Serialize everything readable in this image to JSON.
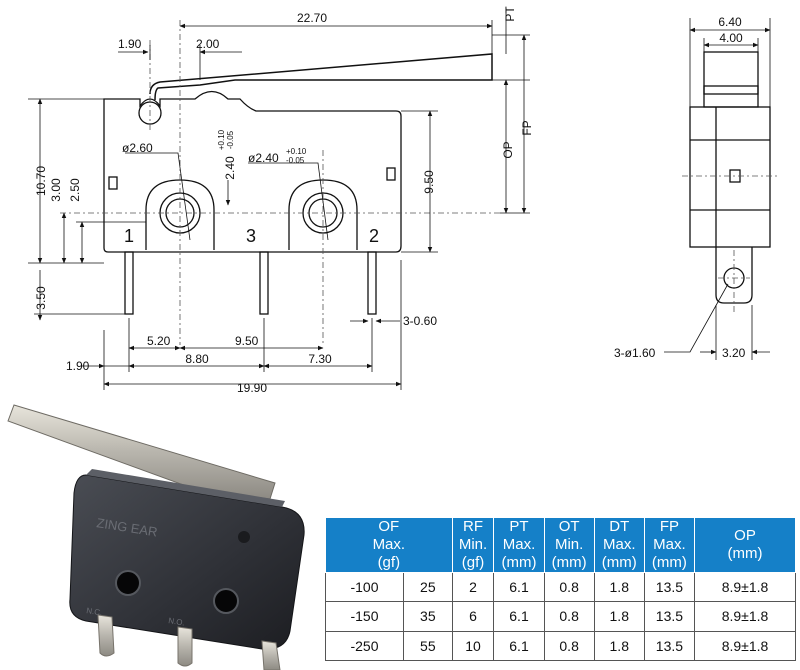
{
  "drawing": {
    "dims": {
      "overall_lever": "22.70",
      "lever_left_offset": "1.90",
      "lever_spacing": "2.00",
      "height_total": "10.70",
      "height_hole": "3.00",
      "height_pin": "2.50",
      "height_right": "9.50",
      "pin_length": "3.50",
      "hole_dia_left": "ø2.60",
      "hole_dia_right": "ø2.40",
      "hole_tol_plus": "+0.10",
      "hole_tol_minus": "-0.05",
      "mid_hole_dim": "2.40",
      "pin_width": "3-0.60",
      "dim_5_20": "5.20",
      "dim_9_50": "9.50",
      "dim_1_90": "1.90",
      "dim_8_80": "8.80",
      "dim_7_30": "7.30",
      "dim_19_90": "19.90",
      "side_width": "6.40",
      "side_inner": "4.00",
      "side_hole": "3-ø1.60",
      "side_pin": "3.20"
    },
    "labels": {
      "pt": "PT",
      "fp": "FP",
      "op": "OP",
      "terminal_1": "1",
      "terminal_3": "3",
      "terminal_2": "2"
    }
  },
  "photo": {
    "brand": "ZING EAR",
    "mark_nc": "N.C.",
    "mark_no": "N.O."
  },
  "spec_table": {
    "headers": [
      [
        "OF",
        "Max.",
        "(gf)"
      ],
      [
        "RF",
        "Min.",
        "(gf)"
      ],
      [
        "PT",
        "Max.",
        "(mm)"
      ],
      [
        "OT",
        "Min.",
        "(mm)"
      ],
      [
        "DT",
        "Max.",
        "(mm)"
      ],
      [
        "FP",
        "Max.",
        "(mm)"
      ],
      [
        "OP",
        "(mm)"
      ]
    ],
    "rows": [
      [
        "-100",
        "25",
        "2",
        "6.1",
        "0.8",
        "1.8",
        "13.5",
        "8.9±1.8"
      ],
      [
        "-150",
        "35",
        "6",
        "6.1",
        "0.8",
        "1.8",
        "13.5",
        "8.9±1.8"
      ],
      [
        "-250",
        "55",
        "10",
        "6.1",
        "0.8",
        "1.8",
        "13.5",
        "8.9±1.8"
      ]
    ]
  }
}
